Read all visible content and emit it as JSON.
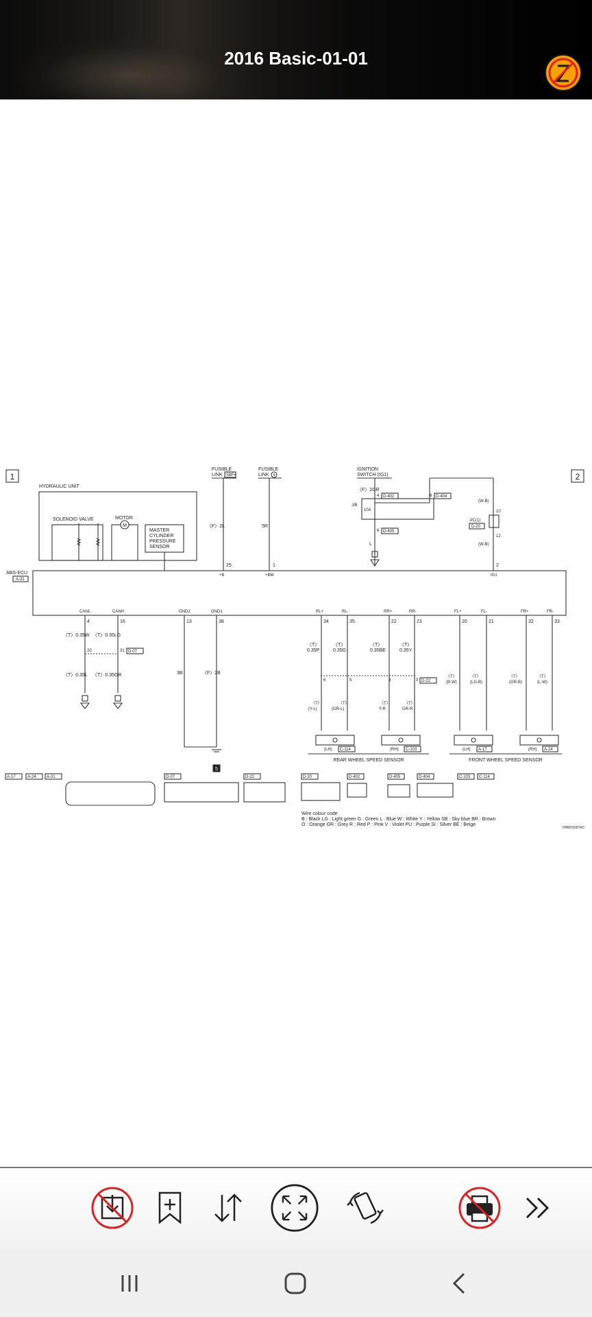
{
  "header": {
    "title": "2016 Basic-01-01"
  },
  "diagram": {
    "page_markers": [
      "1",
      "2"
    ],
    "hydraulic_unit": "HYDRAULIC UNIT",
    "solenoid_valve": "SOLENOID VALVE",
    "motor": "MOTOR",
    "motor_symbol": "M",
    "pressure_sensor": [
      "MASTER",
      "CYLINDER",
      "PRESSURE",
      "SENSOR"
    ],
    "fusible_link_1": [
      "FUSIBLE",
      "LINK",
      "SBF4"
    ],
    "fusible_link_2": [
      "FUSIBLE",
      "LINK",
      "4"
    ],
    "ignition": [
      "IGNITION",
      "SWITCH (IG1)"
    ],
    "abs_ecu": [
      "ABS-ECU",
      "A-31"
    ],
    "wire_labels": {
      "f2l": "〈F〉2L",
      "w5r": "5R",
      "f2gr": "〈F〉2GR",
      "p25": "25",
      "p1": "1",
      "plus_b": "+B",
      "plus_bm": "+BM",
      "jb": "J/B",
      "c4": "4",
      "c8": "8",
      "c402": "D-402",
      "c404": "D-404",
      "c6": "6",
      "c405": "D-405",
      "c10a": "10A",
      "ll": "L",
      "wb1": "(W-B)",
      "wb2": "(W-B)",
      "jc1": "J/C(1)",
      "d20": "D-20",
      "p10": "10",
      "p12": "12",
      "p2": "2",
      "ig1": "IG1"
    },
    "ecu_pins": [
      {
        "name": "CANL",
        "num": "4"
      },
      {
        "name": "CANH",
        "num": "16"
      },
      {
        "name": "GND2",
        "num": "13"
      },
      {
        "name": "GND1",
        "num": "38"
      },
      {
        "name": "RL+",
        "num": "34"
      },
      {
        "name": "RL-",
        "num": "35"
      },
      {
        "name": "RR+",
        "num": "22"
      },
      {
        "name": "RR-",
        "num": "23"
      },
      {
        "name": "FL+",
        "num": "20"
      },
      {
        "name": "FL-",
        "num": "21"
      },
      {
        "name": "FR+",
        "num": "32"
      },
      {
        "name": "FR-",
        "num": "33"
      }
    ],
    "can_labels": {
      "t035w": "〈T〉0.35W",
      "t035lg": "〈T〉0.35LG",
      "j20": "20",
      "j31": "31",
      "d07": "D-07",
      "t035l": "〈T〉0.35L",
      "t035gr": "〈T〉0.35GR",
      "n3b": "3B",
      "f2b": "〈F〉2B",
      "gnd": "5"
    },
    "sensor_wire_labels": {
      "rl1": [
        "〈T〉",
        "0.35P"
      ],
      "rl2": [
        "〈T〉",
        "0.35G"
      ],
      "rr1": [
        "〈T〉",
        "0.35BE"
      ],
      "rr2": [
        "〈T〉",
        "0.35Y"
      ],
      "fl1": [
        "〈T〉",
        "(B-W)"
      ],
      "fl2": [
        "〈T〉",
        "(LG-B)"
      ],
      "fr1": [
        "〈T〉",
        "(GR-B)"
      ],
      "fr2": [
        "〈T〉",
        "(L-W)"
      ],
      "rl3": [
        "〈T〉",
        "(Y-L)"
      ],
      "rl4": [
        "〈T〉",
        "(GR-L)"
      ],
      "rr3": [
        "〈T〉",
        "Y-R"
      ],
      "rr4": [
        "〈T〉",
        "GR-R"
      ],
      "j6": "6",
      "j5": "5",
      "j4": "4",
      "j3": "3",
      "d22": "D-22"
    },
    "sensor_names": {
      "lh1": "(LH)",
      "c114": "C-114",
      "rh1": "(RH)",
      "c103": "C-103",
      "lh2": "(LH)",
      "a17": "A-17",
      "rh2": "(RH)",
      "a24": "A-24",
      "rear": "REAR WHEEL SPEED SENSOR",
      "front": "FRONT WHEEL SPEED SENSOR"
    },
    "connectors": [
      "A-17",
      "A-24",
      "A-31",
      "D-07",
      "D-22",
      "D-20",
      "D-402",
      "D-405",
      "D-404",
      "C-103",
      "C-114"
    ],
    "wire_colour_title": "Wire colour code",
    "wire_colour_line1": "B : Black    LG : Light green    G : Green    L : Blue    W : White    Y : Yellow    SB : Sky blue    BR : Brown",
    "wire_colour_line2": "O : Orange    GR : Grey    R : Red    P : Pink    V : Violet    PU : Purple    SI : Silver    BE : Beige",
    "drawing_code": "HHM15007AC"
  },
  "toolbar": {
    "items": [
      "download-icon",
      "bookmark-add-icon",
      "sort-icon",
      "fullscreen-icon",
      "rotate-icon",
      "print-icon",
      "more-icon"
    ]
  },
  "navbar": {
    "items": [
      "recents-icon",
      "home-icon",
      "back-icon"
    ]
  },
  "colors": {
    "accent_red": "#e02020",
    "logo_orange": "#f5a300",
    "header_bg": "#000000"
  }
}
